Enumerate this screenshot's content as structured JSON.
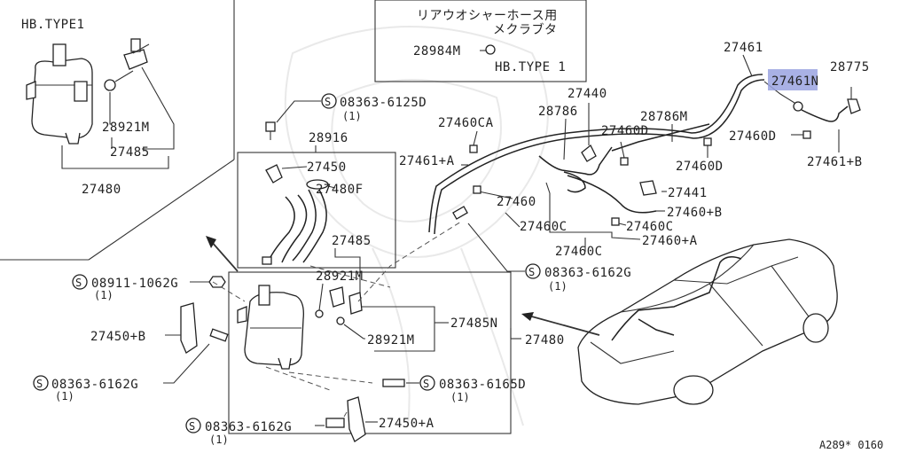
{
  "labels": {
    "inset_title": "HB.TYPE1",
    "p28921M": "28921M",
    "p27485": "27485",
    "p27480": "27480",
    "jp_line1": "リアウオシャーホース用",
    "jp_line2": "メクラブタ",
    "p28984M": "28984M",
    "hb_type1_b": "HB.TYPE 1",
    "s_mark": "S",
    "b08363_6125D": "08363-6125D",
    "qty1": "(1)",
    "b08911_1062G": "08911-1062G",
    "b08363_6162G": "08363-6162G",
    "b08363_6165D": "08363-6165D",
    "p28916": "28916",
    "p27450": "27450",
    "p27480F": "27480F",
    "p27485N": "27485N",
    "p27450B": "27450+B",
    "p27450A": "27450+A",
    "p27461": "27461",
    "p27461N": "27461N",
    "p28775": "28775",
    "p27460D": "27460D",
    "p27461B": "27461+B",
    "p27440": "27440",
    "p28786": "28786",
    "p28786M": "28786M",
    "p27460CA": "27460CA",
    "p27461A": "27461+A",
    "p27460": "27460",
    "p27441": "27441",
    "p27460B": "27460+B",
    "p27460C": "27460C",
    "p27460A": "27460+A",
    "figure_code": "A289* 0160"
  },
  "colors": {
    "highlight": "#9aa3e0",
    "line": "#333333",
    "background": "#ffffff"
  }
}
